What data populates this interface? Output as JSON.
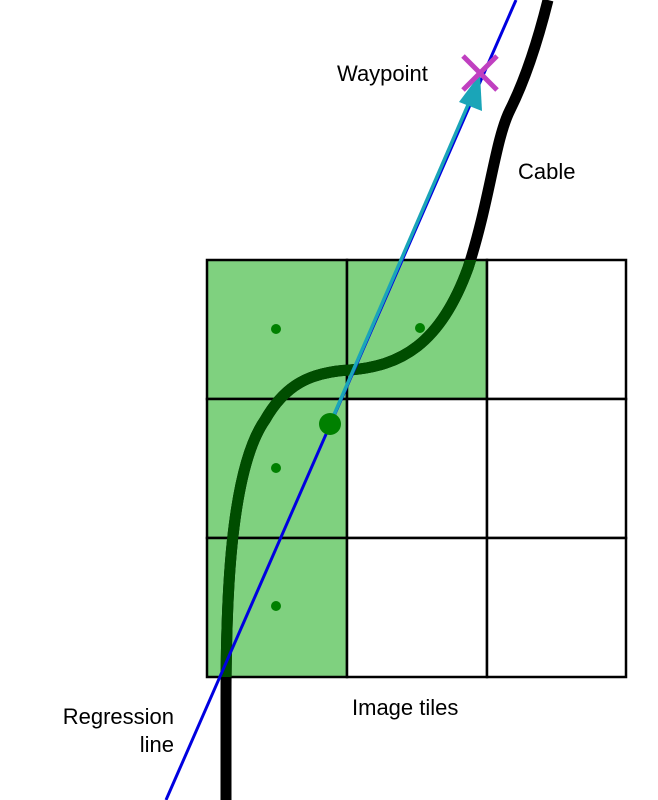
{
  "labels": {
    "waypoint": "Waypoint",
    "cable": "Cable",
    "image_tiles": "Image tiles",
    "regression_line_1": "Regression",
    "regression_line_2": "line"
  },
  "grid": {
    "rows": 3,
    "cols": 3,
    "highlighted": [
      [
        0,
        0
      ],
      [
        0,
        1
      ],
      [
        1,
        0
      ],
      [
        2,
        0
      ]
    ]
  },
  "colors": {
    "tile_fill": "#7fd17f",
    "tile_border": "#000000",
    "tile_dot": "#008000",
    "cable_outer": "#000000",
    "cable_inner": "#004d00",
    "regression_line": "#0000e0",
    "arrow": "#1aa5b8",
    "waypoint_marker": "#c040c0"
  },
  "icons": {
    "waypoint": "cross-marker-icon",
    "start": "centroid-dot-icon"
  }
}
